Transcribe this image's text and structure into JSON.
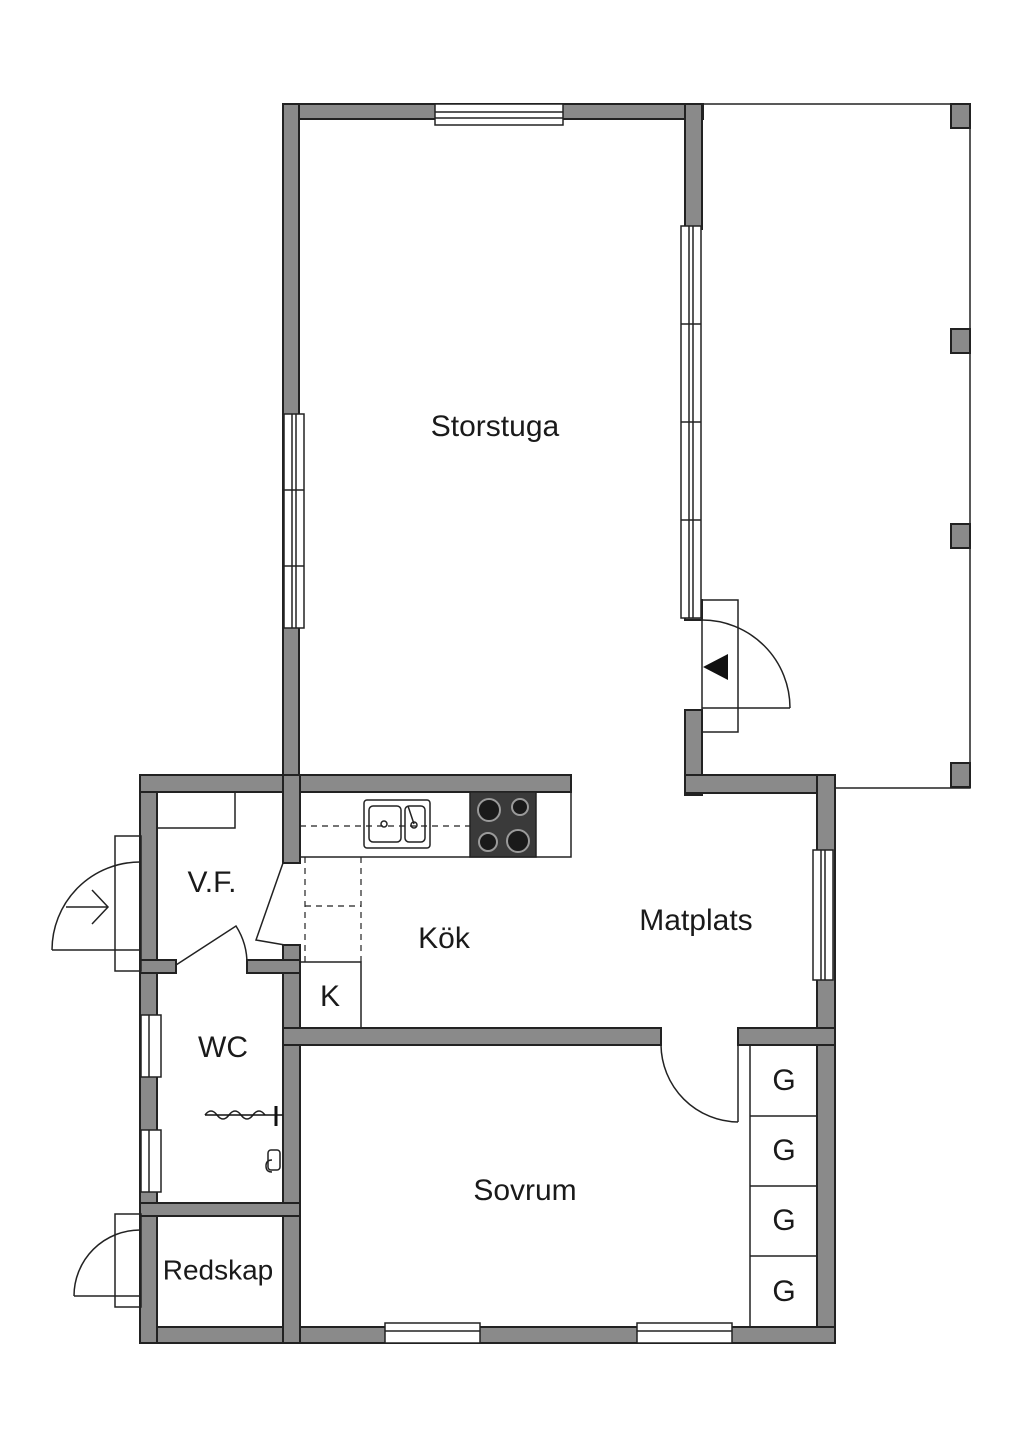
{
  "rooms": {
    "storstuga": "Storstuga",
    "vf": "V.F.",
    "kok": "Kök",
    "matplats": "Matplats",
    "k": "K",
    "wc": "WC",
    "sovrum": "Sovrum",
    "redskap": "Redskap",
    "g": [
      "G",
      "G",
      "G",
      "G"
    ]
  }
}
